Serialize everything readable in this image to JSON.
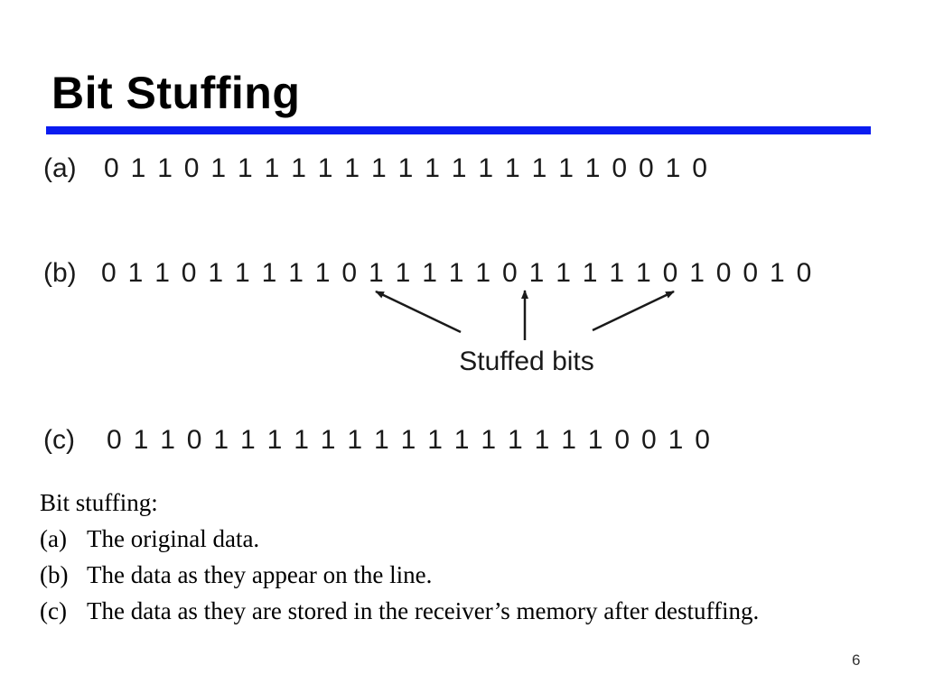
{
  "slide": {
    "title": "Bit Stuffing",
    "page_number": "6",
    "accent_color": "#0a1cf0"
  },
  "diagram": {
    "rows": [
      {
        "label": "(a)",
        "bits": [
          "0",
          "1",
          "1",
          "0",
          "1",
          "1",
          "1",
          "1",
          "1",
          "1",
          "1",
          "1",
          "1",
          "1",
          "1",
          "1",
          "1",
          "1",
          "1",
          "0",
          "0",
          "1",
          "0"
        ]
      },
      {
        "label": "(b)",
        "bits": [
          "0",
          "1",
          "1",
          "0",
          "1",
          "1",
          "1",
          "1",
          "1",
          "0",
          "1",
          "1",
          "1",
          "1",
          "1",
          "0",
          "1",
          "1",
          "1",
          "1",
          "1",
          "0",
          "1",
          "0",
          "0",
          "1",
          "0"
        ],
        "stuffed_indices": [
          9,
          15,
          21
        ]
      },
      {
        "label": "(c)",
        "bits": [
          "0",
          "1",
          "1",
          "0",
          "1",
          "1",
          "1",
          "1",
          "1",
          "1",
          "1",
          "1",
          "1",
          "1",
          "1",
          "1",
          "1",
          "1",
          "1",
          "0",
          "0",
          "1",
          "0"
        ]
      }
    ],
    "callout_label": "Stuffed bits"
  },
  "caption": {
    "heading": "Bit stuffing:",
    "items": [
      {
        "key": "(a)",
        "text": "The original data."
      },
      {
        "key": "(b)",
        "text": "The data as they appear on the line."
      },
      {
        "key": "(c)",
        "text": "The data as they are stored in the receiver’s memory after destuffing."
      }
    ]
  }
}
